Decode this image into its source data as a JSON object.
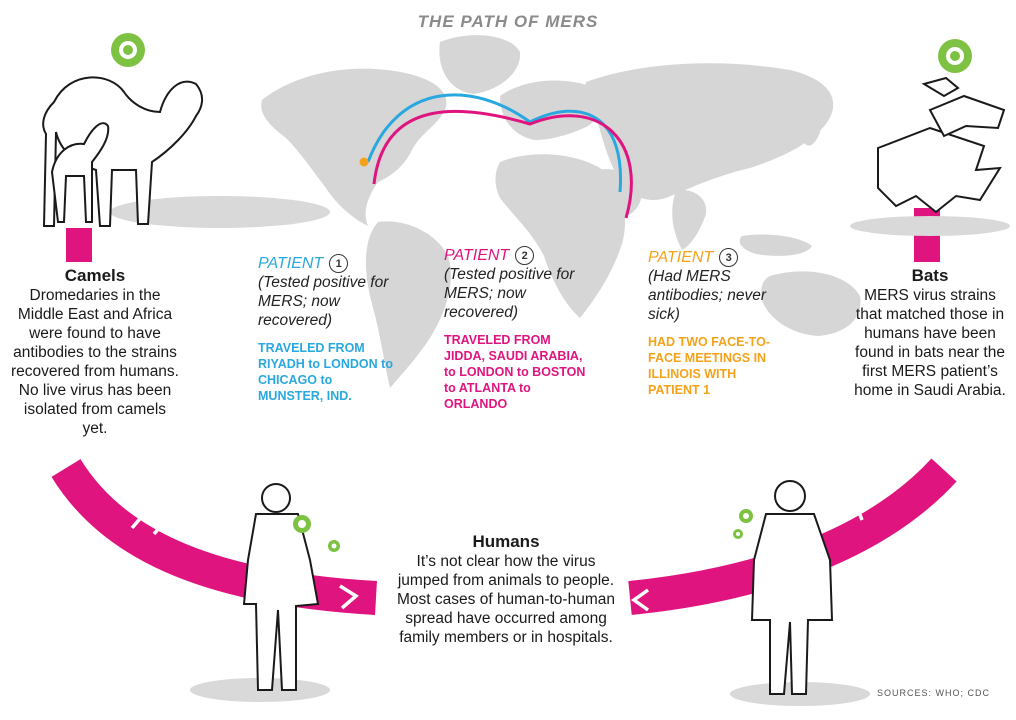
{
  "title": "THE PATH OF MERS",
  "colors": {
    "magenta": "#e0147f",
    "blue": "#29a8df",
    "orange": "#f5a21b",
    "virus_green": "#7dc242",
    "map_gray": "#d6d6d6"
  },
  "camels": {
    "title": "Camels",
    "body": "Dromedaries in the Middle East and Africa were found to have antibodies to the strains recovered from humans. No live virus has been isolated from camels yet."
  },
  "bats": {
    "title": "Bats",
    "body": "MERS virus strains that matched those in humans have been found in bats near the first MERS patient’s home in Saudi Arabia."
  },
  "humans": {
    "title": "Humans",
    "body": "It’s not clear how the virus jumped from animals to people. Most cases of human-to-human spread have occurred among family members or in hospitals."
  },
  "patients": [
    {
      "label": "PATIENT",
      "number": "1",
      "note": "(Tested positive for MERS; now recovered)",
      "route": "TRAVELED FROM RIYADH to LONDON to CHICAGO to MUNSTER, IND.",
      "color": "#29a8df"
    },
    {
      "label": "PATIENT",
      "number": "2",
      "note": "(Tested positive for MERS; now recovered)",
      "route": "TRAVELED FROM JIDDA, SAUDI ARABIA, to LONDON to BOSTON to ATLANTA to ORLANDO",
      "color": "#e0147f"
    },
    {
      "label": "PATIENT",
      "number": "3",
      "note": "(Had MERS antibodies; never sick)",
      "route": "HAD TWO FACE-TO-FACE MEETINGS IN ILLINOIS WITH PATIENT 1",
      "color": "#f5a21b"
    }
  ],
  "sources": "SOURCES: WHO; CDC"
}
